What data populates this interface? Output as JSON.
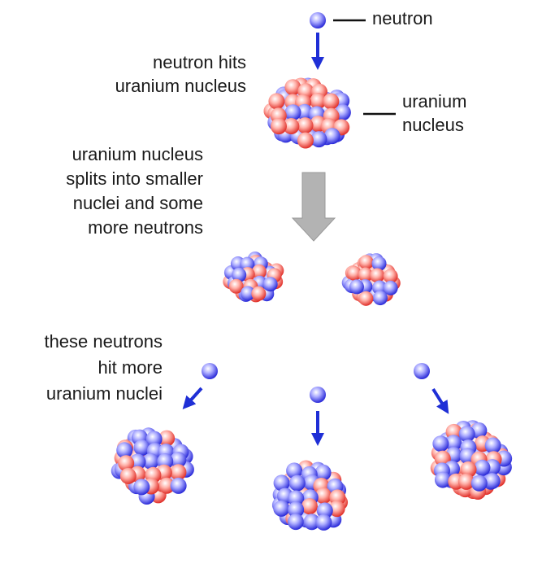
{
  "labels": {
    "neutron": "neutron",
    "neutron_hits": [
      "neutron hits",
      "uranium nucleus"
    ],
    "uranium_nucleus": [
      "uranium",
      "nucleus"
    ],
    "splits": [
      "uranium nucleus",
      "splits into smaller",
      "nuclei and some",
      "more neutrons"
    ],
    "chain": [
      "these neutrons",
      "hit more",
      "uranium nuclei"
    ]
  },
  "colors": {
    "neutron": "#6b6bf0",
    "proton": "#f06b6b",
    "arrow_blue": "#1f2fd6",
    "arrow_gray": "#b0b0b0",
    "text": "#1a1a1a"
  }
}
